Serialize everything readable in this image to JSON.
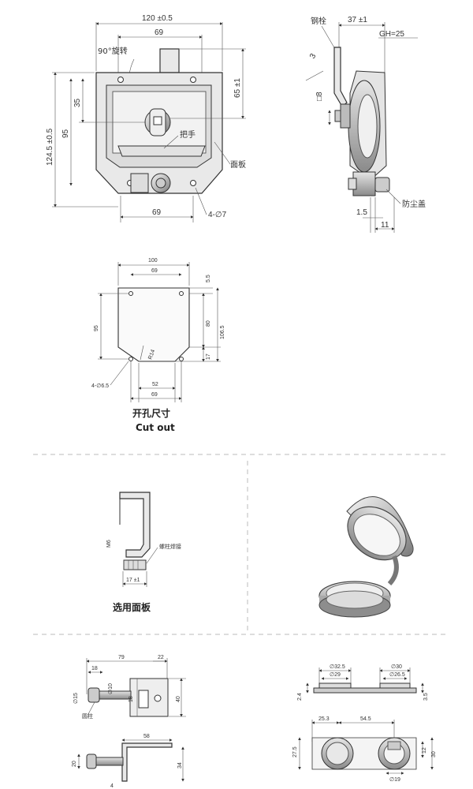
{
  "top_view": {
    "dim_width": "120 ±0.5",
    "dim_69_top": "69",
    "rotate_label": "90°旋转",
    "dim_35": "35",
    "dim_95": "95",
    "dim_height": "124.5 ±0.5",
    "dim_65": "65 ±1",
    "handle_label": "把手",
    "panel_label": "面板",
    "dim_69_bottom": "69",
    "holes_label": "4-∅7"
  },
  "side_view": {
    "rod_label": "钢栓",
    "dim_37": "37 ±1",
    "gh_label": "GH=25",
    "dim_3": "3",
    "square_8": "□8",
    "dim_1_5": "1.5",
    "dim_11": "11",
    "dust_cap_label": "防尘盖"
  },
  "cutout": {
    "dim_100": "100",
    "dim_69_top": "69",
    "dim_5_5": "5.5",
    "dim_95": "95",
    "dim_80": "80",
    "dim_106_5": "106.5",
    "dim_17": "17",
    "radius": "R14",
    "dim_52": "52",
    "dim_69_bottom": "69",
    "holes_label": "4-∅6.5",
    "caption_cn": "开孔尺寸",
    "caption_en": "Cut out"
  },
  "optional_panel": {
    "bracket_label": "螺柱焊接",
    "dim_m6": "M6",
    "dim_17": "17 ±1",
    "caption": "选用面板"
  },
  "bracket_detail": {
    "dim_79": "79",
    "dim_22": "22",
    "dim_18": "18",
    "dim_10": "∅10",
    "dim_15": "∅15",
    "dim_18b": "18",
    "dim_40": "40",
    "rod_label": "圆柱",
    "dim_58": "58",
    "dim_20": "20",
    "dim_34": "34",
    "dim_4": "4"
  },
  "cap_detail": {
    "dim_32_5": "∅32.5",
    "dim_29": "∅29",
    "dim_30": "∅30",
    "dim_26_5": "∅26.5",
    "dim_2_4": "2.4",
    "dim_3_5": "3.5",
    "dim_25_3": "25.3",
    "dim_54_5": "54.5",
    "dim_27_5": "27.5",
    "dim_12": "12",
    "dim_30b": "30",
    "dim_19": "∅19"
  }
}
